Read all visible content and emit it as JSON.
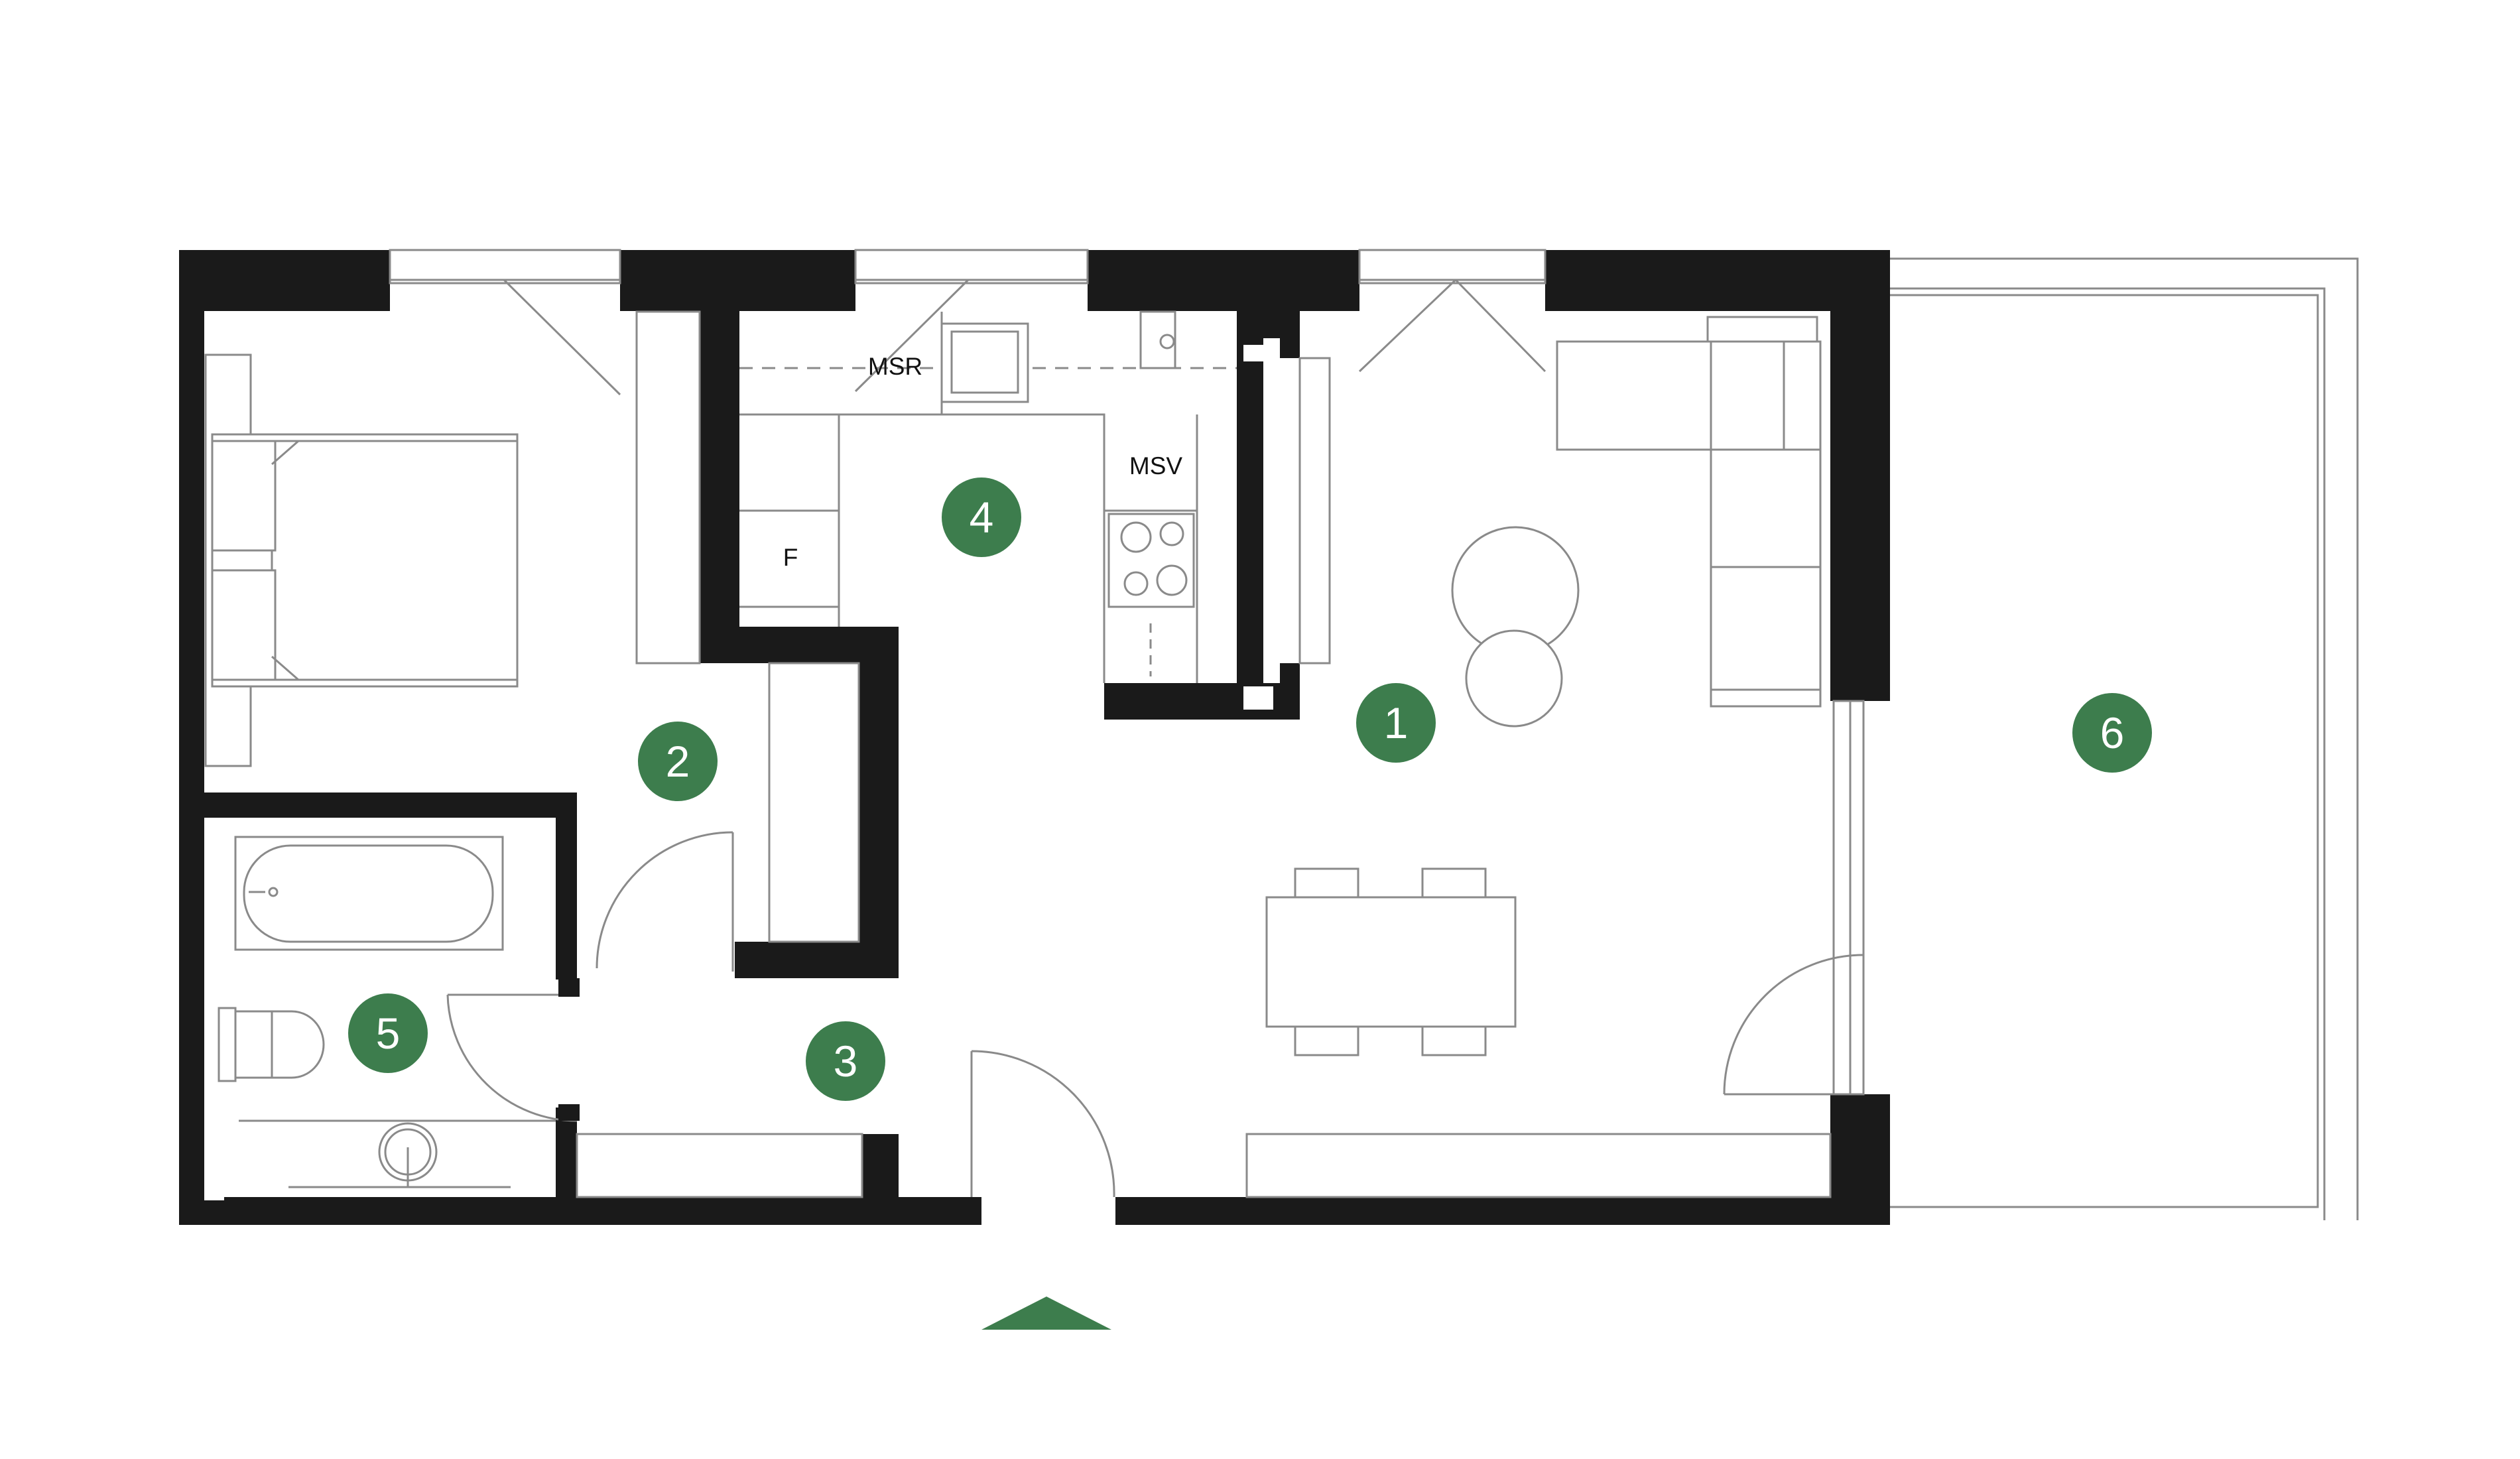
{
  "colors": {
    "wall": "#1a1a1a",
    "fixture_stroke": "#8a8a8a",
    "line": "#6e6e6e",
    "marker": "#3d7d4d",
    "marker_text": "#ffffff"
  },
  "rooms": [
    {
      "id": "living-room",
      "number": "1"
    },
    {
      "id": "bedroom",
      "number": "2"
    },
    {
      "id": "hallway",
      "number": "3"
    },
    {
      "id": "kitchen",
      "number": "4"
    },
    {
      "id": "bathroom",
      "number": "5"
    },
    {
      "id": "terrace",
      "number": "6"
    }
  ],
  "appliance_labels": {
    "dishwasher": "MSR",
    "washing_machine": "MSV",
    "fridge": "F"
  },
  "entrance": {
    "icon": "entrance-arrow-icon"
  }
}
